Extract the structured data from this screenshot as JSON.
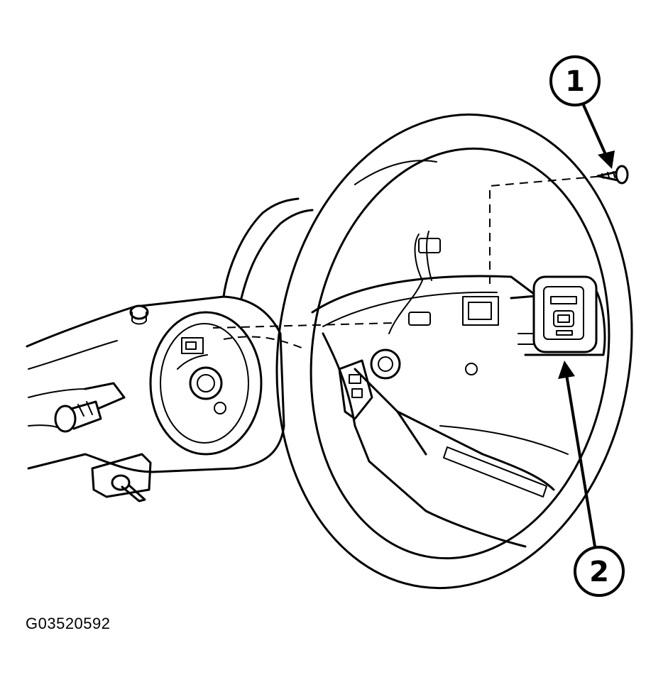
{
  "figure_id": "G03520592",
  "callouts": [
    {
      "number": "1",
      "part": "screw"
    },
    {
      "number": "2",
      "part": "steering-wheel-switch"
    }
  ],
  "colors": {
    "ink": "#000000",
    "paper": "#ffffff"
  }
}
